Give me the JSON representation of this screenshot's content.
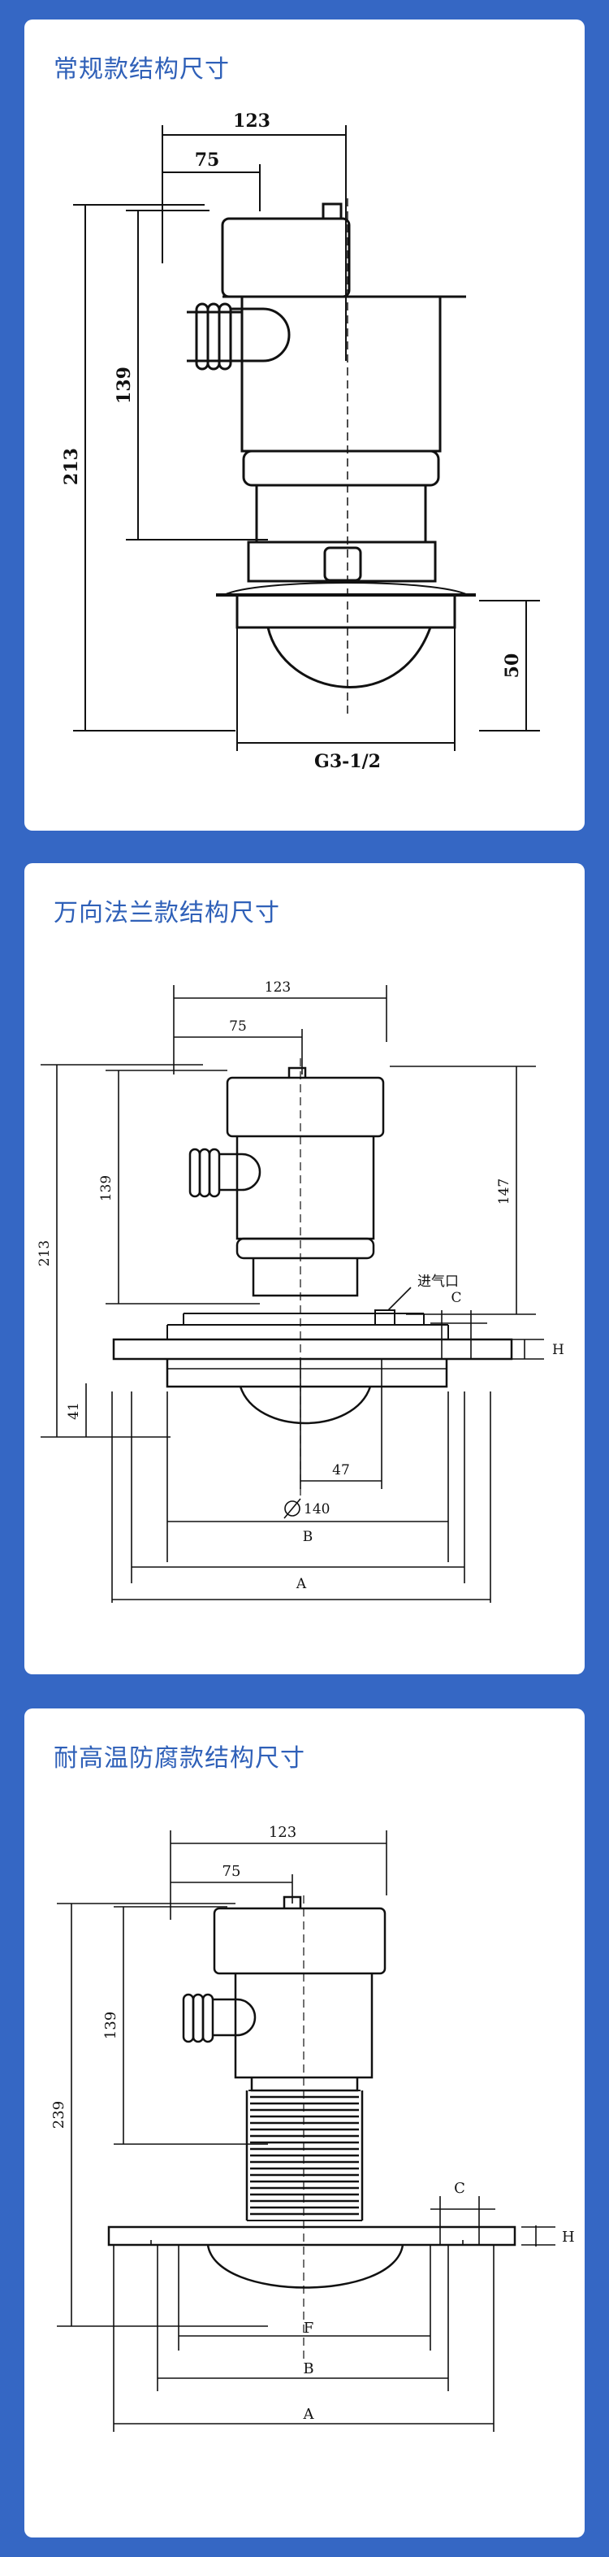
{
  "colors": {
    "background": "#3567c4",
    "card": "#ffffff",
    "title": "#2f60b8",
    "line": "#111111"
  },
  "sections": [
    {
      "title": "常规款结构尺寸",
      "dims": {
        "width_total": "123",
        "width_inner": "75",
        "height_body": "139",
        "height_total": "213",
        "height_bottom": "50",
        "thread": "G3-1/2"
      }
    },
    {
      "title": "万向法兰款结构尺寸",
      "dims": {
        "width_total": "123",
        "width_inner": "75",
        "height_body": "139",
        "height_total": "213",
        "height_right": "147",
        "inlet": "进气口",
        "c": "C",
        "h": "H",
        "height_low": "41",
        "w47": "47",
        "dia": "140",
        "b": "B",
        "a": "A"
      }
    },
    {
      "title": "耐高温防腐款结构尺寸",
      "dims": {
        "width_total": "123",
        "width_inner": "75",
        "height_body": "139",
        "height_total": "239",
        "c": "C",
        "h": "H",
        "f": "F",
        "b": "B",
        "a": "A"
      }
    }
  ]
}
